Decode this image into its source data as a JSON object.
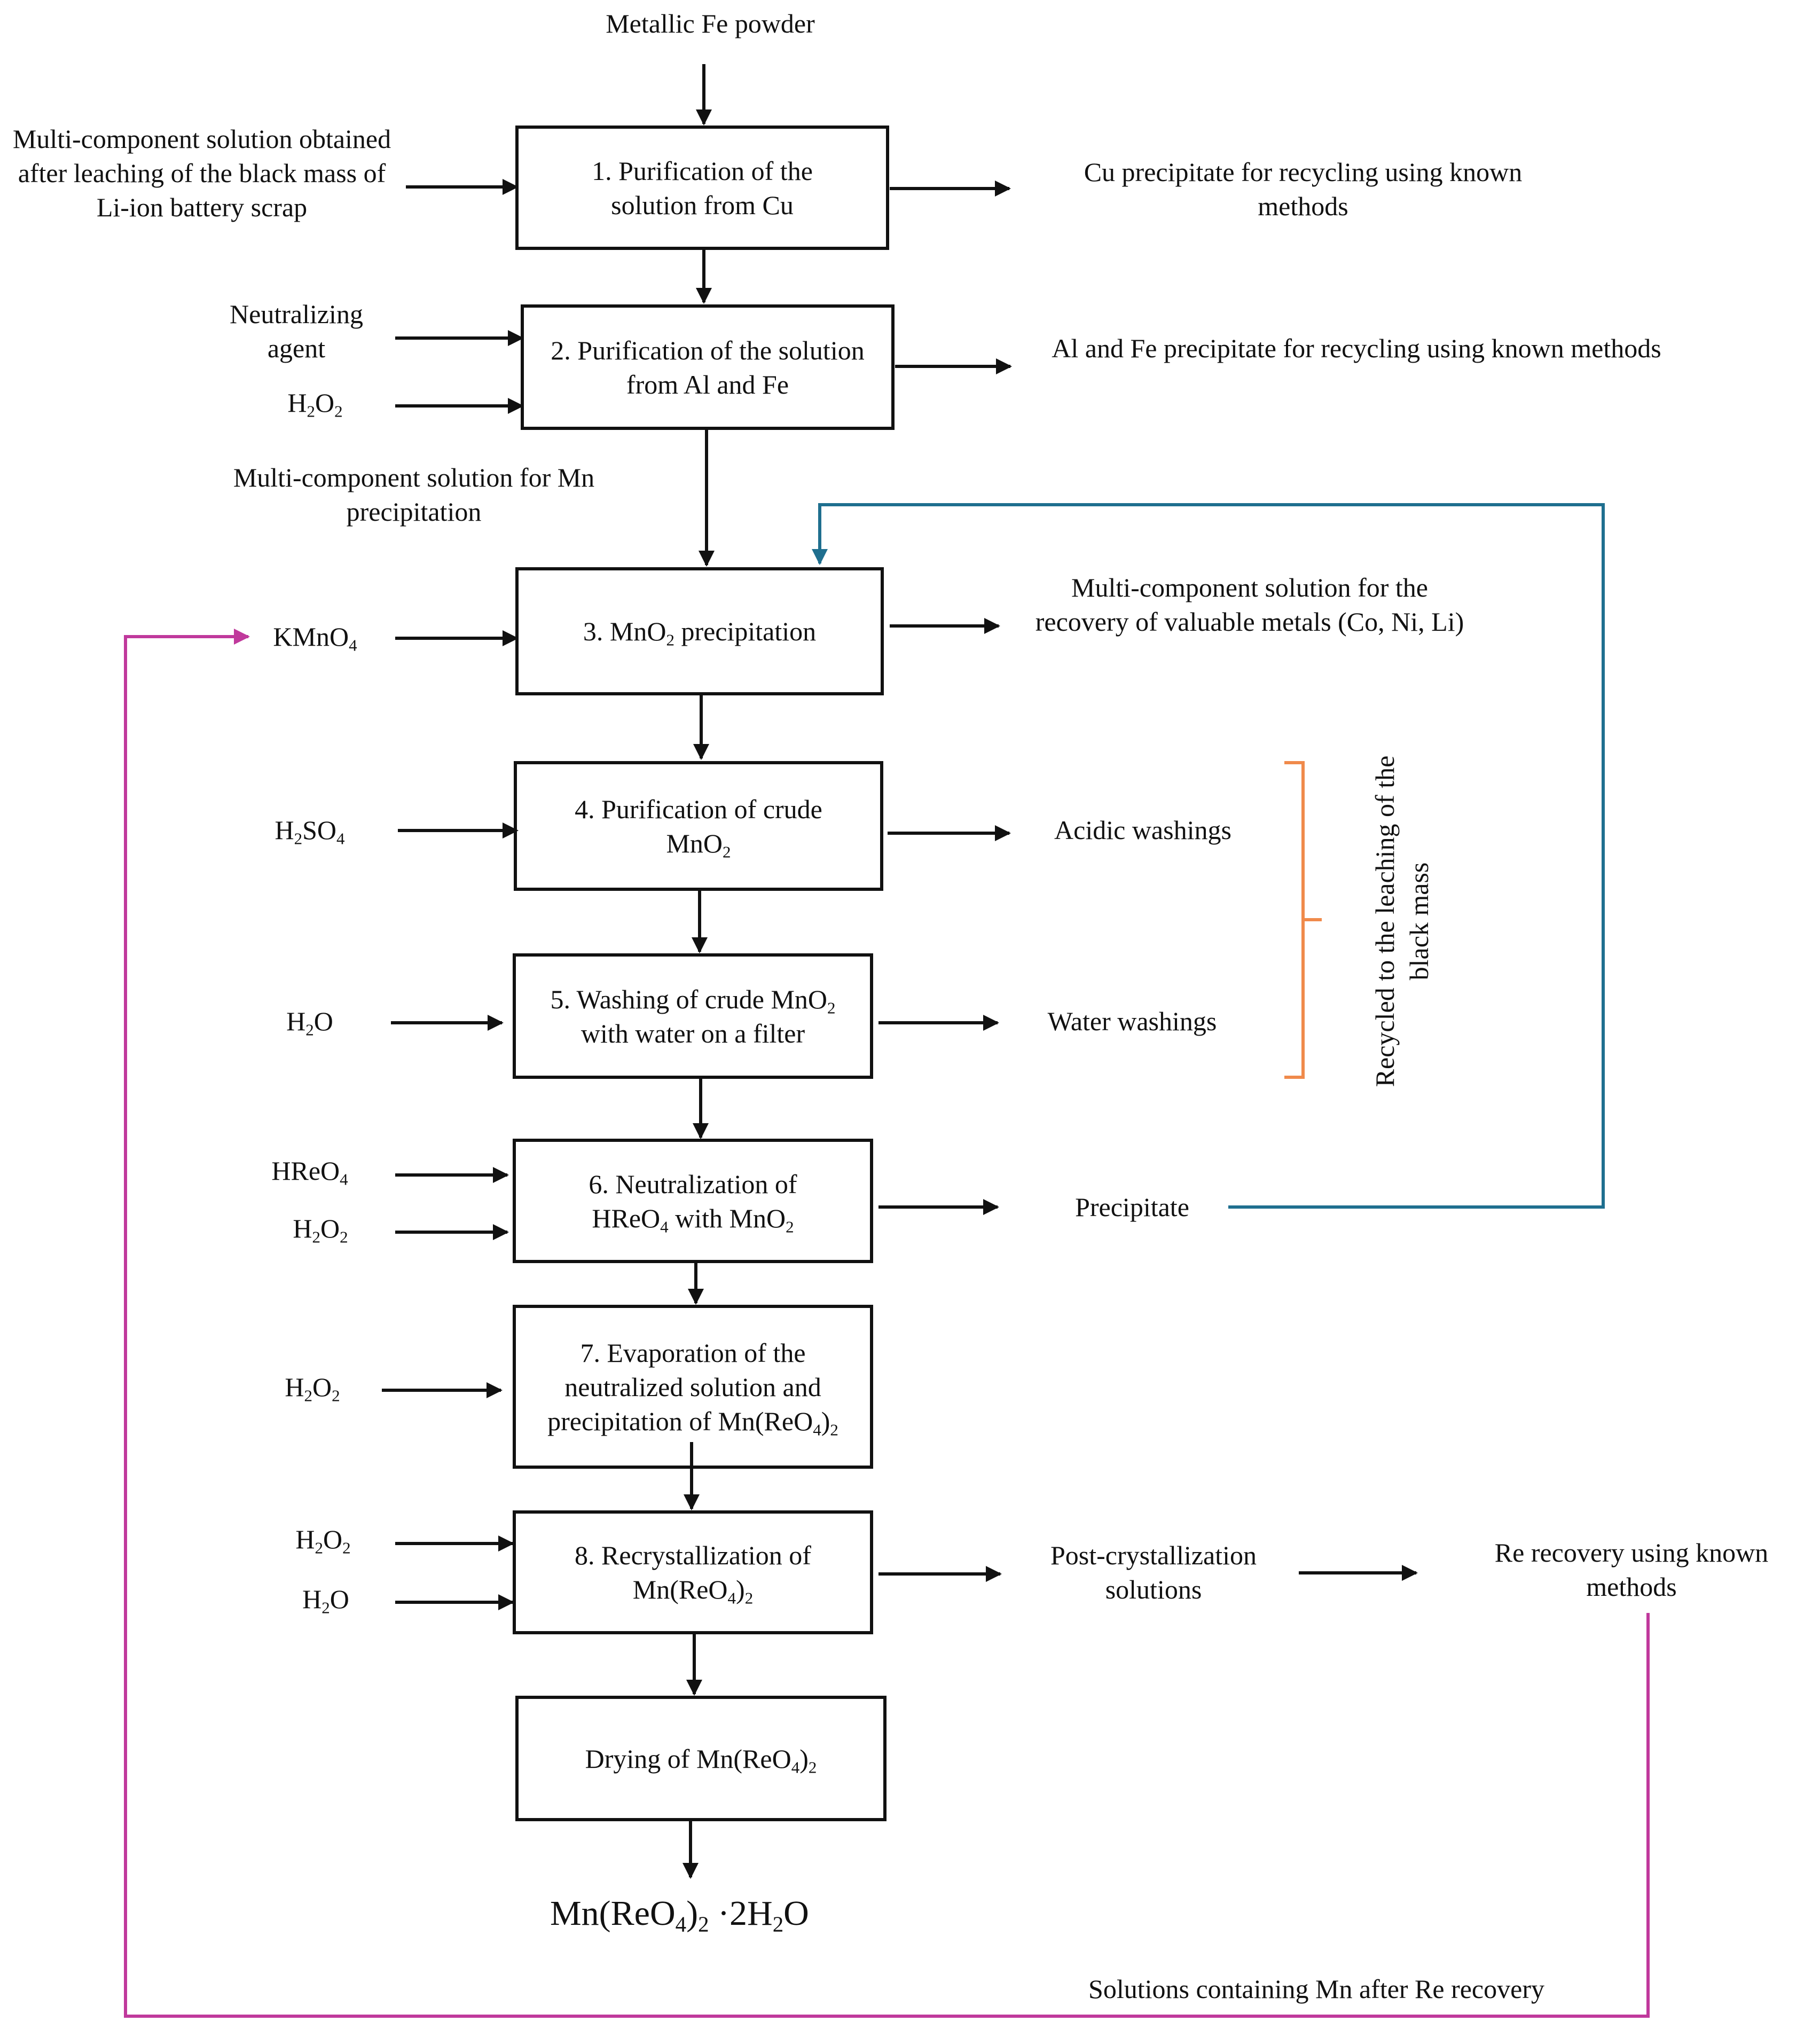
{
  "inputs": {
    "fe_powder": "Metallic Fe powder",
    "leach_solution": "Multi-component solution obtained after leaching of the black mass of Li-ion battery scrap",
    "neutralizing_agent": "Neutralizing agent",
    "h2o2_step2": [
      "H",
      "2",
      "O",
      "2"
    ],
    "mn_solution": "Multi-component solution for Mn precipitation",
    "kmno4": [
      "KMnO",
      "4"
    ],
    "h2so4": [
      "H",
      "2",
      "SO",
      "4"
    ],
    "h2o_step5": [
      "H",
      "2",
      "O"
    ],
    "hreo4": [
      "HReO",
      "4"
    ],
    "h2o2_step6": [
      "H",
      "2",
      "O",
      "2"
    ],
    "h2o2_step7": [
      "H",
      "2",
      "O",
      "2"
    ],
    "h2o2_step8": [
      "H",
      "2",
      "O",
      "2"
    ],
    "h2o_step8": [
      "H",
      "2",
      "O"
    ]
  },
  "steps": {
    "s1": "1. Purification of the solution from Cu",
    "s2": "2. Purification of the solution from Al and Fe",
    "s3": [
      "3. MnO",
      "2",
      " precipitation"
    ],
    "s4": [
      "4. Purification of crude MnO",
      "2"
    ],
    "s5": [
      "5. Washing of crude MnO",
      "2",
      " with water on a filter"
    ],
    "s6": [
      "6. Neutralization of HReO",
      "4",
      " with MnO",
      "2"
    ],
    "s7": [
      "7. Evaporation of the neutralized solution and precipitation of Mn(ReO",
      "4",
      ")",
      "2"
    ],
    "s8": [
      "8. Recrystallization of Mn(ReO",
      "4",
      ")",
      "2"
    ],
    "s9": [
      "Drying of Mn(ReO",
      "4",
      ")",
      "2"
    ]
  },
  "outputs": {
    "cu_precipitate": "Cu precipitate for recycling using known methods",
    "alfe_precipitate": "Al and Fe precipitate for recycling using known methods",
    "valuable_metals": "Multi-component solution for the recovery of valuable metals (Co, Ni, Li)",
    "acidic_washings": "Acidic washings",
    "water_washings": "Water washings",
    "recycled_label": "Recycled to the leaching of the black mass",
    "precipitate": "Precipitate",
    "post_cryst": "Post-crystallization solutions",
    "re_recovery": "Re recovery using known methods",
    "mn_return": "Solutions containing Mn after Re recovery",
    "final_product": [
      "Mn(ReO",
      "4",
      ")",
      "2",
      " ·2H",
      "2",
      "O"
    ]
  },
  "colors": {
    "line": "#111111",
    "teal_loop": "#1f6f8f",
    "magenta_loop": "#c0399c",
    "orange_brace": "#f08a4b"
  }
}
